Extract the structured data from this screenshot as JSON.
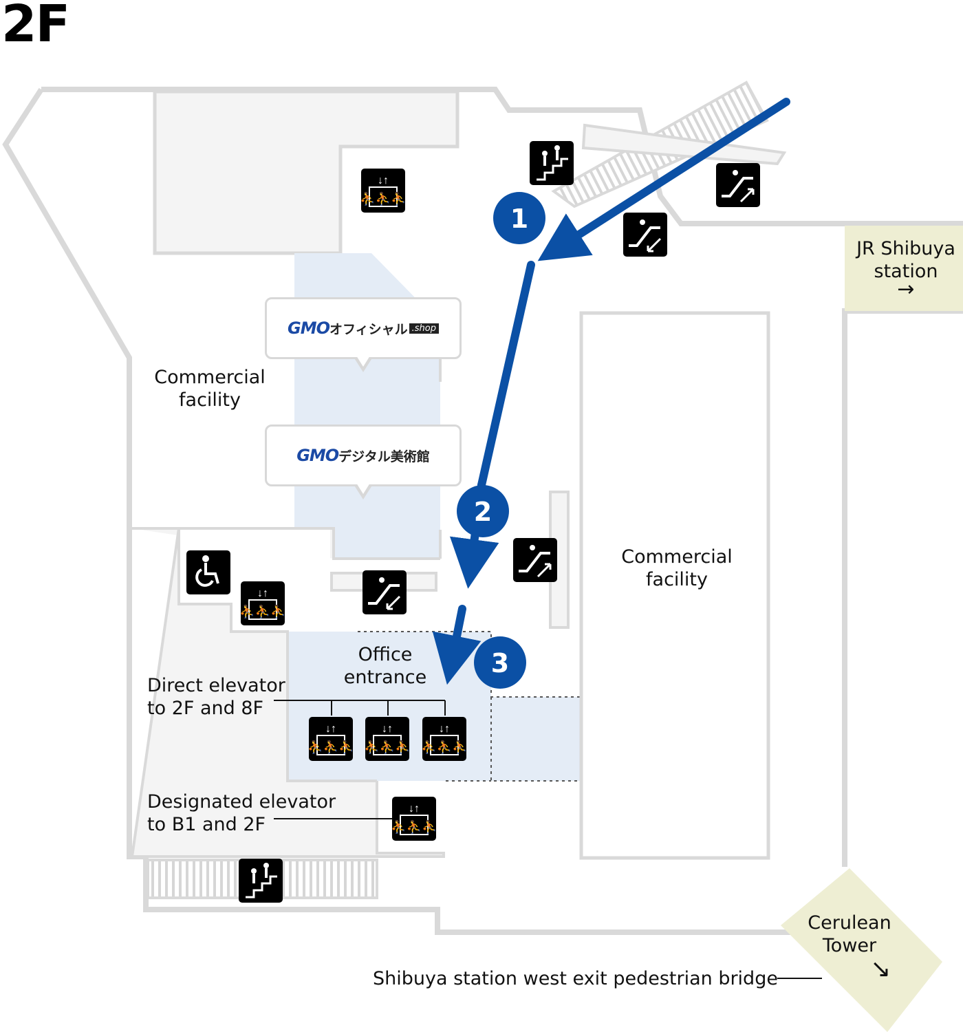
{
  "floor": {
    "title": "2F"
  },
  "colors": {
    "wall": "#d9d9d9",
    "room_fill": "#f4f4f4",
    "corridor_blue": "#e4ecf6",
    "destination_yellow": "#eeeed3",
    "route_blue": "#0b50a5",
    "icon_black": "#000000"
  },
  "areas": {
    "commercial_left": [
      "Commercial",
      "facility"
    ],
    "commercial_right": [
      "Commercial",
      "facility"
    ],
    "office_entrance": [
      "Office",
      "entrance"
    ]
  },
  "destinations": {
    "jr_shibuya": {
      "lines": [
        "JR Shibuya",
        "station"
      ],
      "arrow": "→"
    },
    "cerulean_tower": {
      "lines": [
        "Cerulean",
        "Tower"
      ],
      "arrow": "↘"
    }
  },
  "elevator_labels": {
    "direct": [
      "Direct elevator",
      "to 2F and 8F"
    ],
    "designated": [
      "Designated elevator",
      "to B1 and 2F"
    ]
  },
  "bridge_label": "Shibuya station west exit pedestrian bridge",
  "shops": [
    {
      "brand": "GMO",
      "name": "オフィシャル",
      "suffix": ".shop"
    },
    {
      "brand": "GMO",
      "name": "デジタル美術館",
      "suffix": ""
    }
  ],
  "route_steps": [
    "1",
    "2",
    "3"
  ],
  "icons": [
    "stairs-icon",
    "elevator-icon",
    "escalator-up-icon",
    "escalator-down-icon",
    "wheelchair-accessible-icon"
  ]
}
